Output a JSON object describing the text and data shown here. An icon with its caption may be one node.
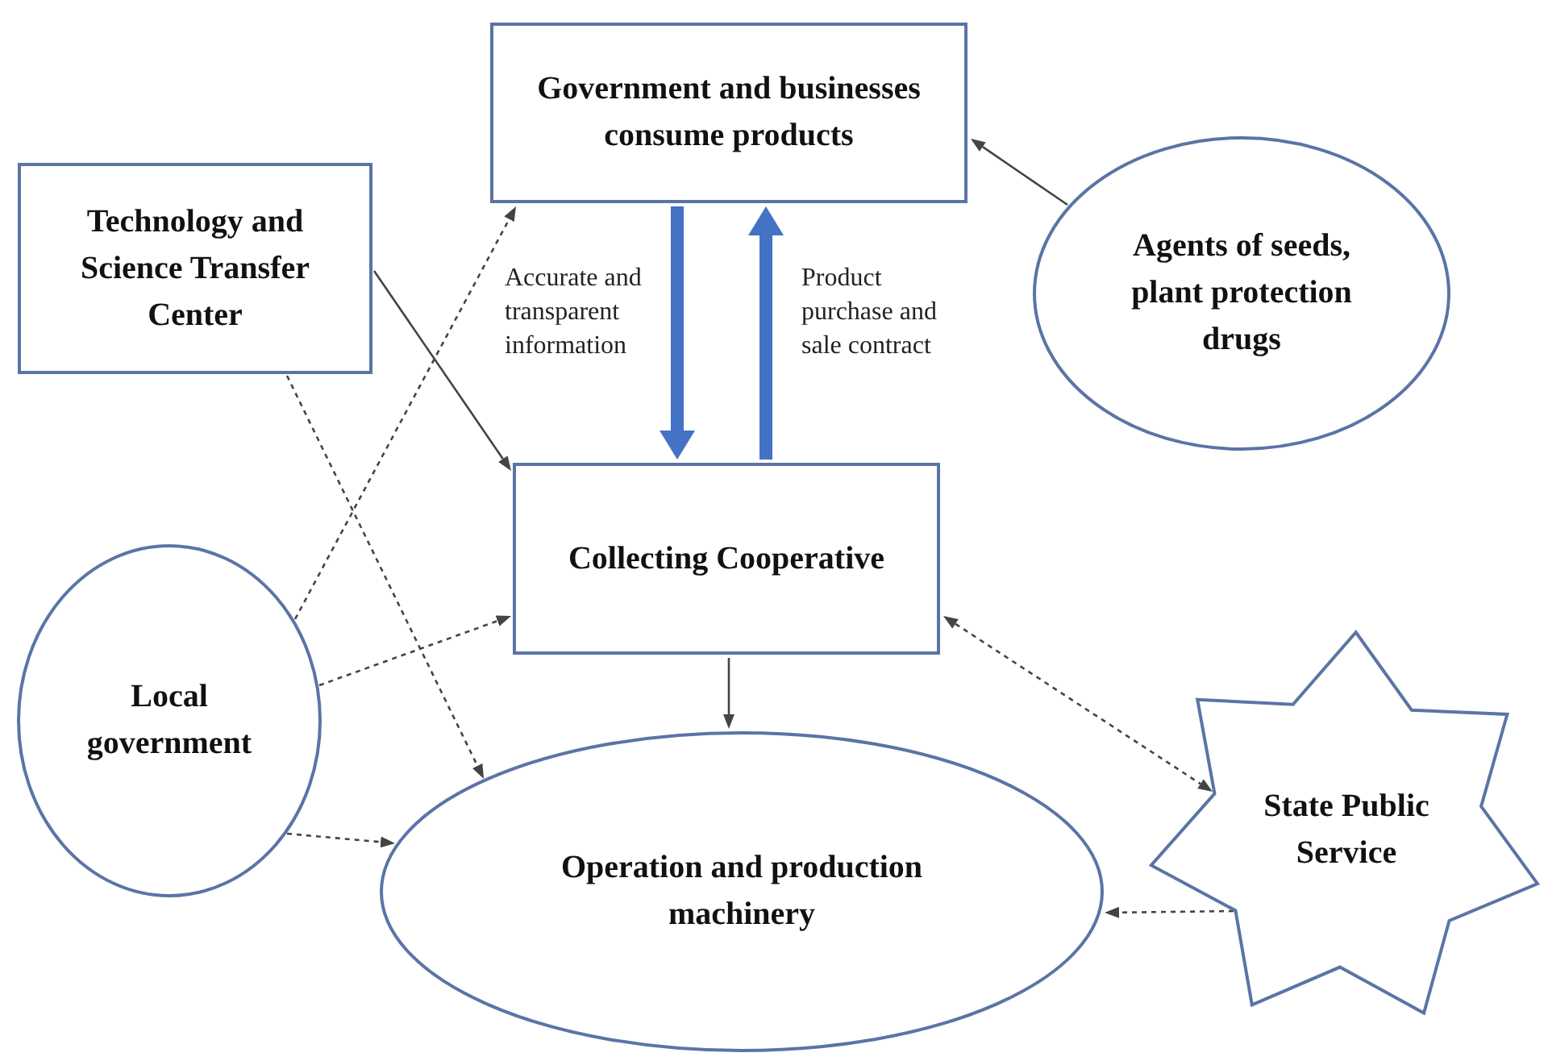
{
  "diagram": {
    "nodes": [
      {
        "text": [
          "Government and businesses consume products"
        ]
      },
      {
        "text": [
          "Technology and Science Transfer Center"
        ]
      },
      {
        "text": [
          "Agents of seeds, plant protection drugs"
        ]
      },
      {
        "text": [
          "Collecting Cooperative"
        ]
      },
      {
        "text": [
          "Local government"
        ]
      },
      {
        "text": [
          "State Public Service"
        ]
      },
      {
        "text": [
          "Operation and production machinery"
        ]
      }
    ],
    "edges": [
      {
        "from": 0,
        "to": 3,
        "arrow": "to",
        "label": "Accurate and transparent information",
        "style": "thick",
        "color": "#4472c4"
      },
      {
        "from": 3,
        "to": 0,
        "arrow": "to",
        "label": "Product purchase and sale contract",
        "style": "thick",
        "color": "#4472c4"
      },
      {
        "from": 2,
        "to": 0,
        "arrow": "to"
      },
      {
        "from": 1,
        "to": 3,
        "arrow": "to"
      },
      {
        "from": 1,
        "to": 6,
        "arrow": "to",
        "style": "dashed"
      },
      {
        "from": 4,
        "to": 0,
        "arrow": "to",
        "style": "dashed"
      },
      {
        "from": 4,
        "to": 3,
        "arrow": "to",
        "style": "dashed"
      },
      {
        "from": 4,
        "to": 6,
        "arrow": "to",
        "style": "dashed"
      },
      {
        "from": 3,
        "to": 6,
        "arrow": "to"
      },
      {
        "from": 3,
        "to": 5,
        "arrow": "both",
        "style": "dashed"
      },
      {
        "from": 5,
        "to": 6,
        "arrow": "to",
        "style": "dashed"
      }
    ]
  }
}
